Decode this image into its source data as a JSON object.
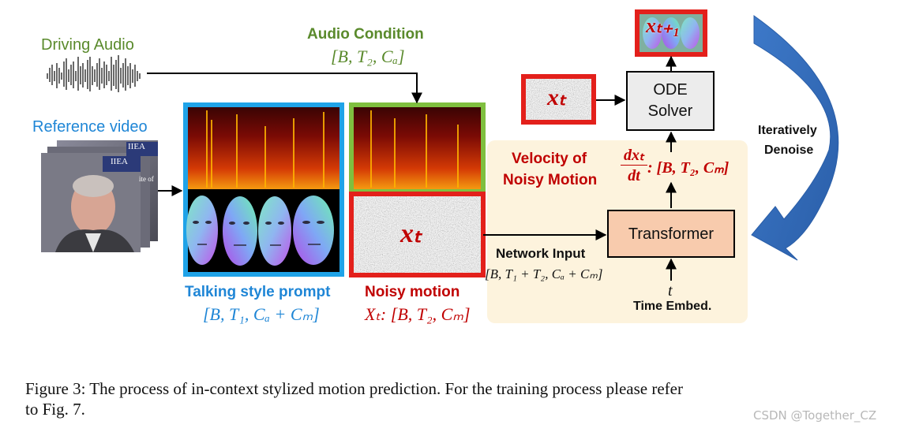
{
  "labels": {
    "driving_audio": "Driving Audio",
    "audio_condition": "Audio Condition",
    "audio_condition_dims": "[B, T₂, Cₐ]",
    "reference_video": "Reference video",
    "talking_style_prompt": "Talking style prompt",
    "talking_style_dims": "[B, T₁, Cₐ + Cₘ]",
    "noisy_motion": "Noisy motion",
    "noisy_motion_dims": "Xₜ: [B, T₂, Cₘ]",
    "noisy_x": "xₜ",
    "top_x": "xₜ",
    "output_x": "xₜ₊₁",
    "ode_solver_line1": "ODE",
    "ode_solver_line2": "Solver",
    "velocity_line1": "Velocity of",
    "velocity_line2": "Noisy Motion",
    "velocity_num": "dxₜ",
    "velocity_den": "dt",
    "velocity_dims": ": [B, T₂, Cₘ]",
    "transformer": "Transformer",
    "network_input": "Network Input",
    "network_input_dims": "[B, T₁ + T₂, Cₐ + Cₘ]",
    "time_t": "t",
    "time_embed": "Time Embed.",
    "iteratively_line1": "Iteratively",
    "iteratively_line2": "Denoise",
    "video_text_1": "IIEA",
    "video_text_2": "IIEA",
    "video_text_3": "ite of"
  },
  "caption": {
    "line1": "Figure 3: The process of in-context stylized motion prediction. For the training process please refer",
    "line2": "to Fig. 7."
  },
  "watermark": "CSDN @Together_CZ",
  "colors": {
    "green": "#5a8a2c",
    "blue": "#1f86d6",
    "red": "#c00000",
    "yellow_panel": "#fdf3dd",
    "transformer_fill": "#f8cbad",
    "ode_fill": "#ececec"
  }
}
